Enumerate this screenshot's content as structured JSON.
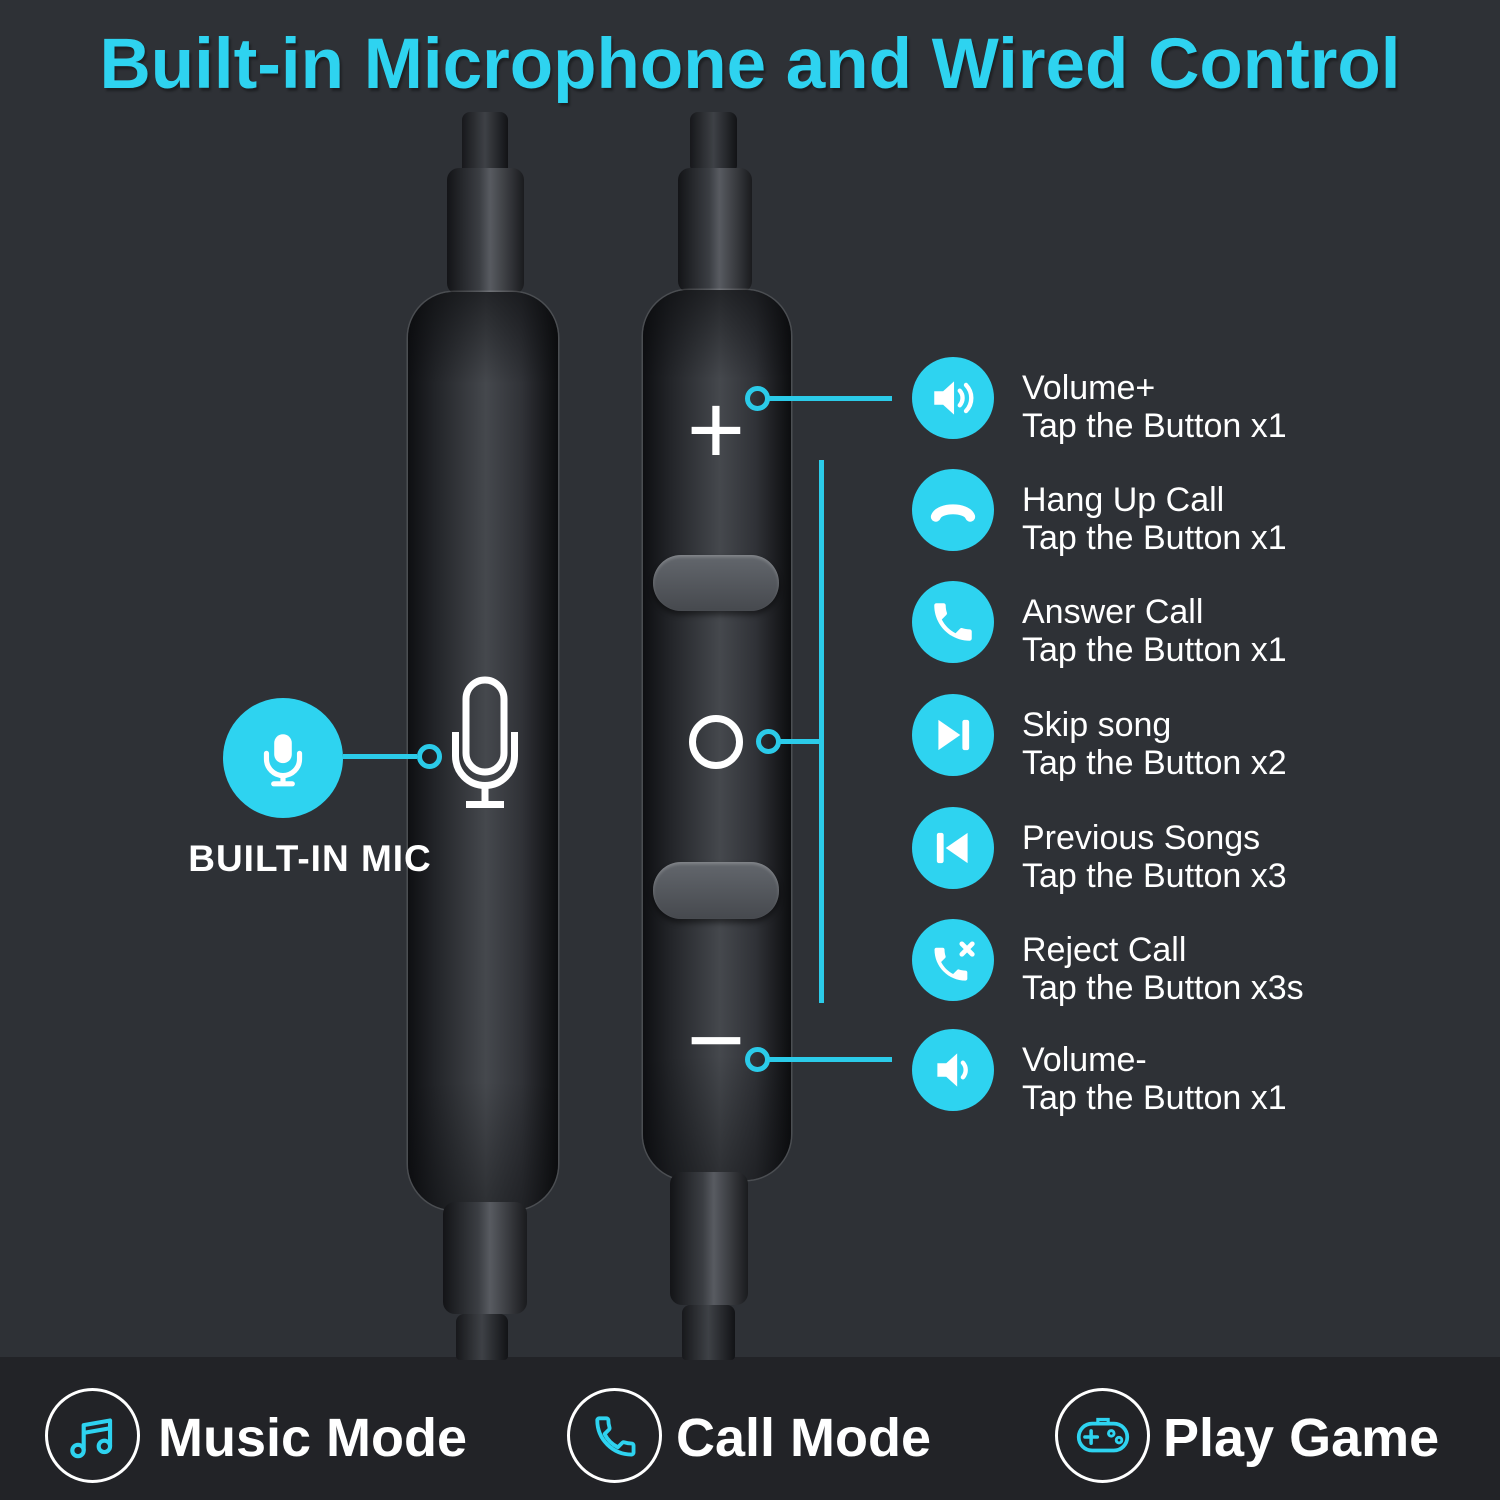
{
  "title": "Built-in Microphone and Wired Control",
  "colors": {
    "accent": "#2ed3f0",
    "line": "#2bcbe9",
    "background": "#2e3136",
    "footer_background": "#222327"
  },
  "remote": {
    "volume_up_mark": "+",
    "volume_down_mark": "−",
    "mic_icon": "microphone-outline-icon",
    "center_button": "circle-button"
  },
  "mic_callout": {
    "icon": "microphone-icon",
    "label": "BUILT-IN MIC"
  },
  "callouts": [
    {
      "icon": "volume-up-icon",
      "title": "Volume+",
      "subtitle": "Tap the Button x1"
    },
    {
      "icon": "hang-up-call-icon",
      "title": "Hang Up Call",
      "subtitle": "Tap the Button x1"
    },
    {
      "icon": "answer-call-icon",
      "title": "Answer Call",
      "subtitle": "Tap the Button x1"
    },
    {
      "icon": "skip-song-icon",
      "title": "Skip song",
      "subtitle": "Tap the Button x2"
    },
    {
      "icon": "previous-songs-icon",
      "title": "Previous Songs",
      "subtitle": "Tap the Button x3"
    },
    {
      "icon": "reject-call-icon",
      "title": "Reject Call",
      "subtitle": "Tap the Button x3s"
    },
    {
      "icon": "volume-down-icon",
      "title": "Volume-",
      "subtitle": "Tap the Button x1"
    }
  ],
  "modes": [
    {
      "icon": "music-note-icon",
      "label": "Music Mode"
    },
    {
      "icon": "phone-icon",
      "label": "Call Mode"
    },
    {
      "icon": "gamepad-icon",
      "label": "Play Game"
    }
  ]
}
